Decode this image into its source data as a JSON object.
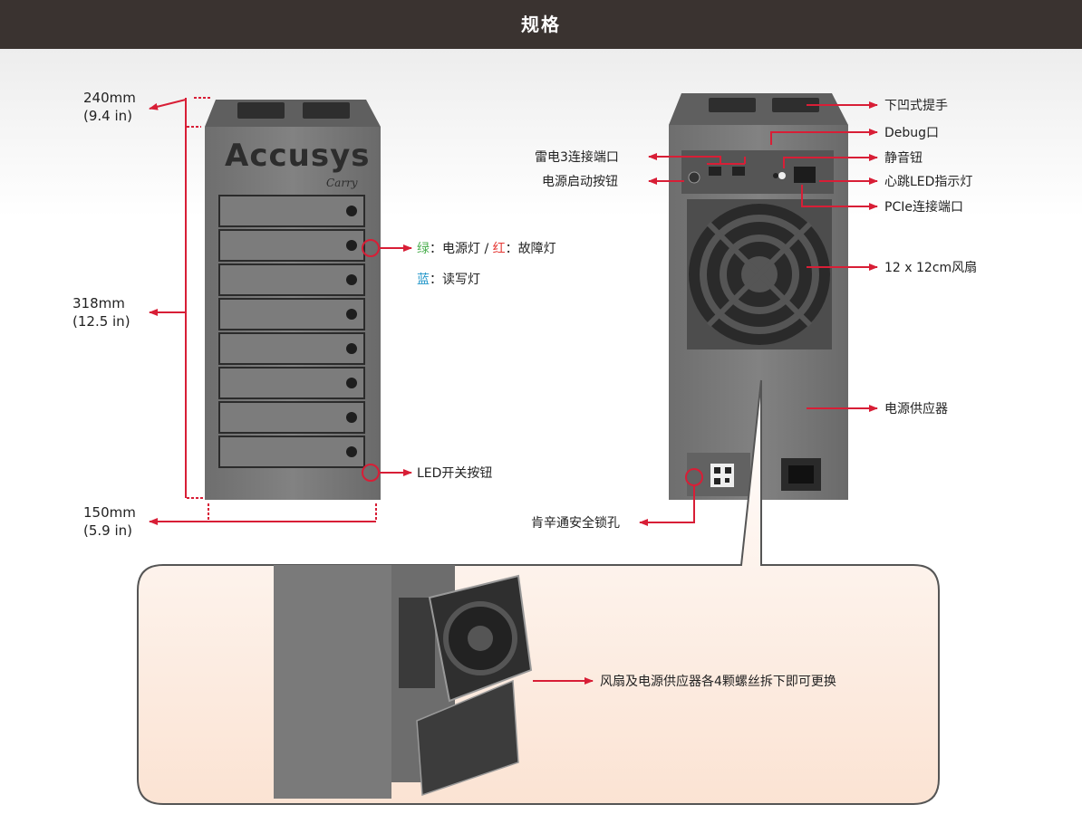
{
  "header": {
    "title": "规格"
  },
  "dimensions": {
    "depth_mm": "240mm",
    "depth_in": "(9.4 in)",
    "height_mm": "318mm",
    "height_in": "(12.5 in)",
    "width_mm": "150mm",
    "width_in": "(5.9 in)"
  },
  "front_labels": {
    "led_green": "绿",
    "led_power": "：电源灯 / ",
    "led_red": "红",
    "led_fault": "：故障灯",
    "led_blue": "蓝",
    "led_rw": "：读写灯",
    "led_switch": "LED开关按钮"
  },
  "brand": {
    "name": "Accusys",
    "script": "Carry"
  },
  "rear_labels": {
    "handle": "下凹式提手",
    "debug": "Debug口",
    "thunderbolt": "雷电3连接端口",
    "mute": "静音钮",
    "power_button": "电源启动按钮",
    "heartbeat": "心跳LED指示灯",
    "pcie": "PCIe连接端口",
    "fan": "12 x 12cm风扇",
    "psu": "电源供应器",
    "lock": "肯辛通安全锁孔"
  },
  "bottom": {
    "caption": "风扇及电源供应器各4颗螺丝拆下即可更换"
  },
  "colors": {
    "header_bg": "#3a3330",
    "arrow": "#d81e36",
    "accent_callout": "#fdeee3"
  }
}
